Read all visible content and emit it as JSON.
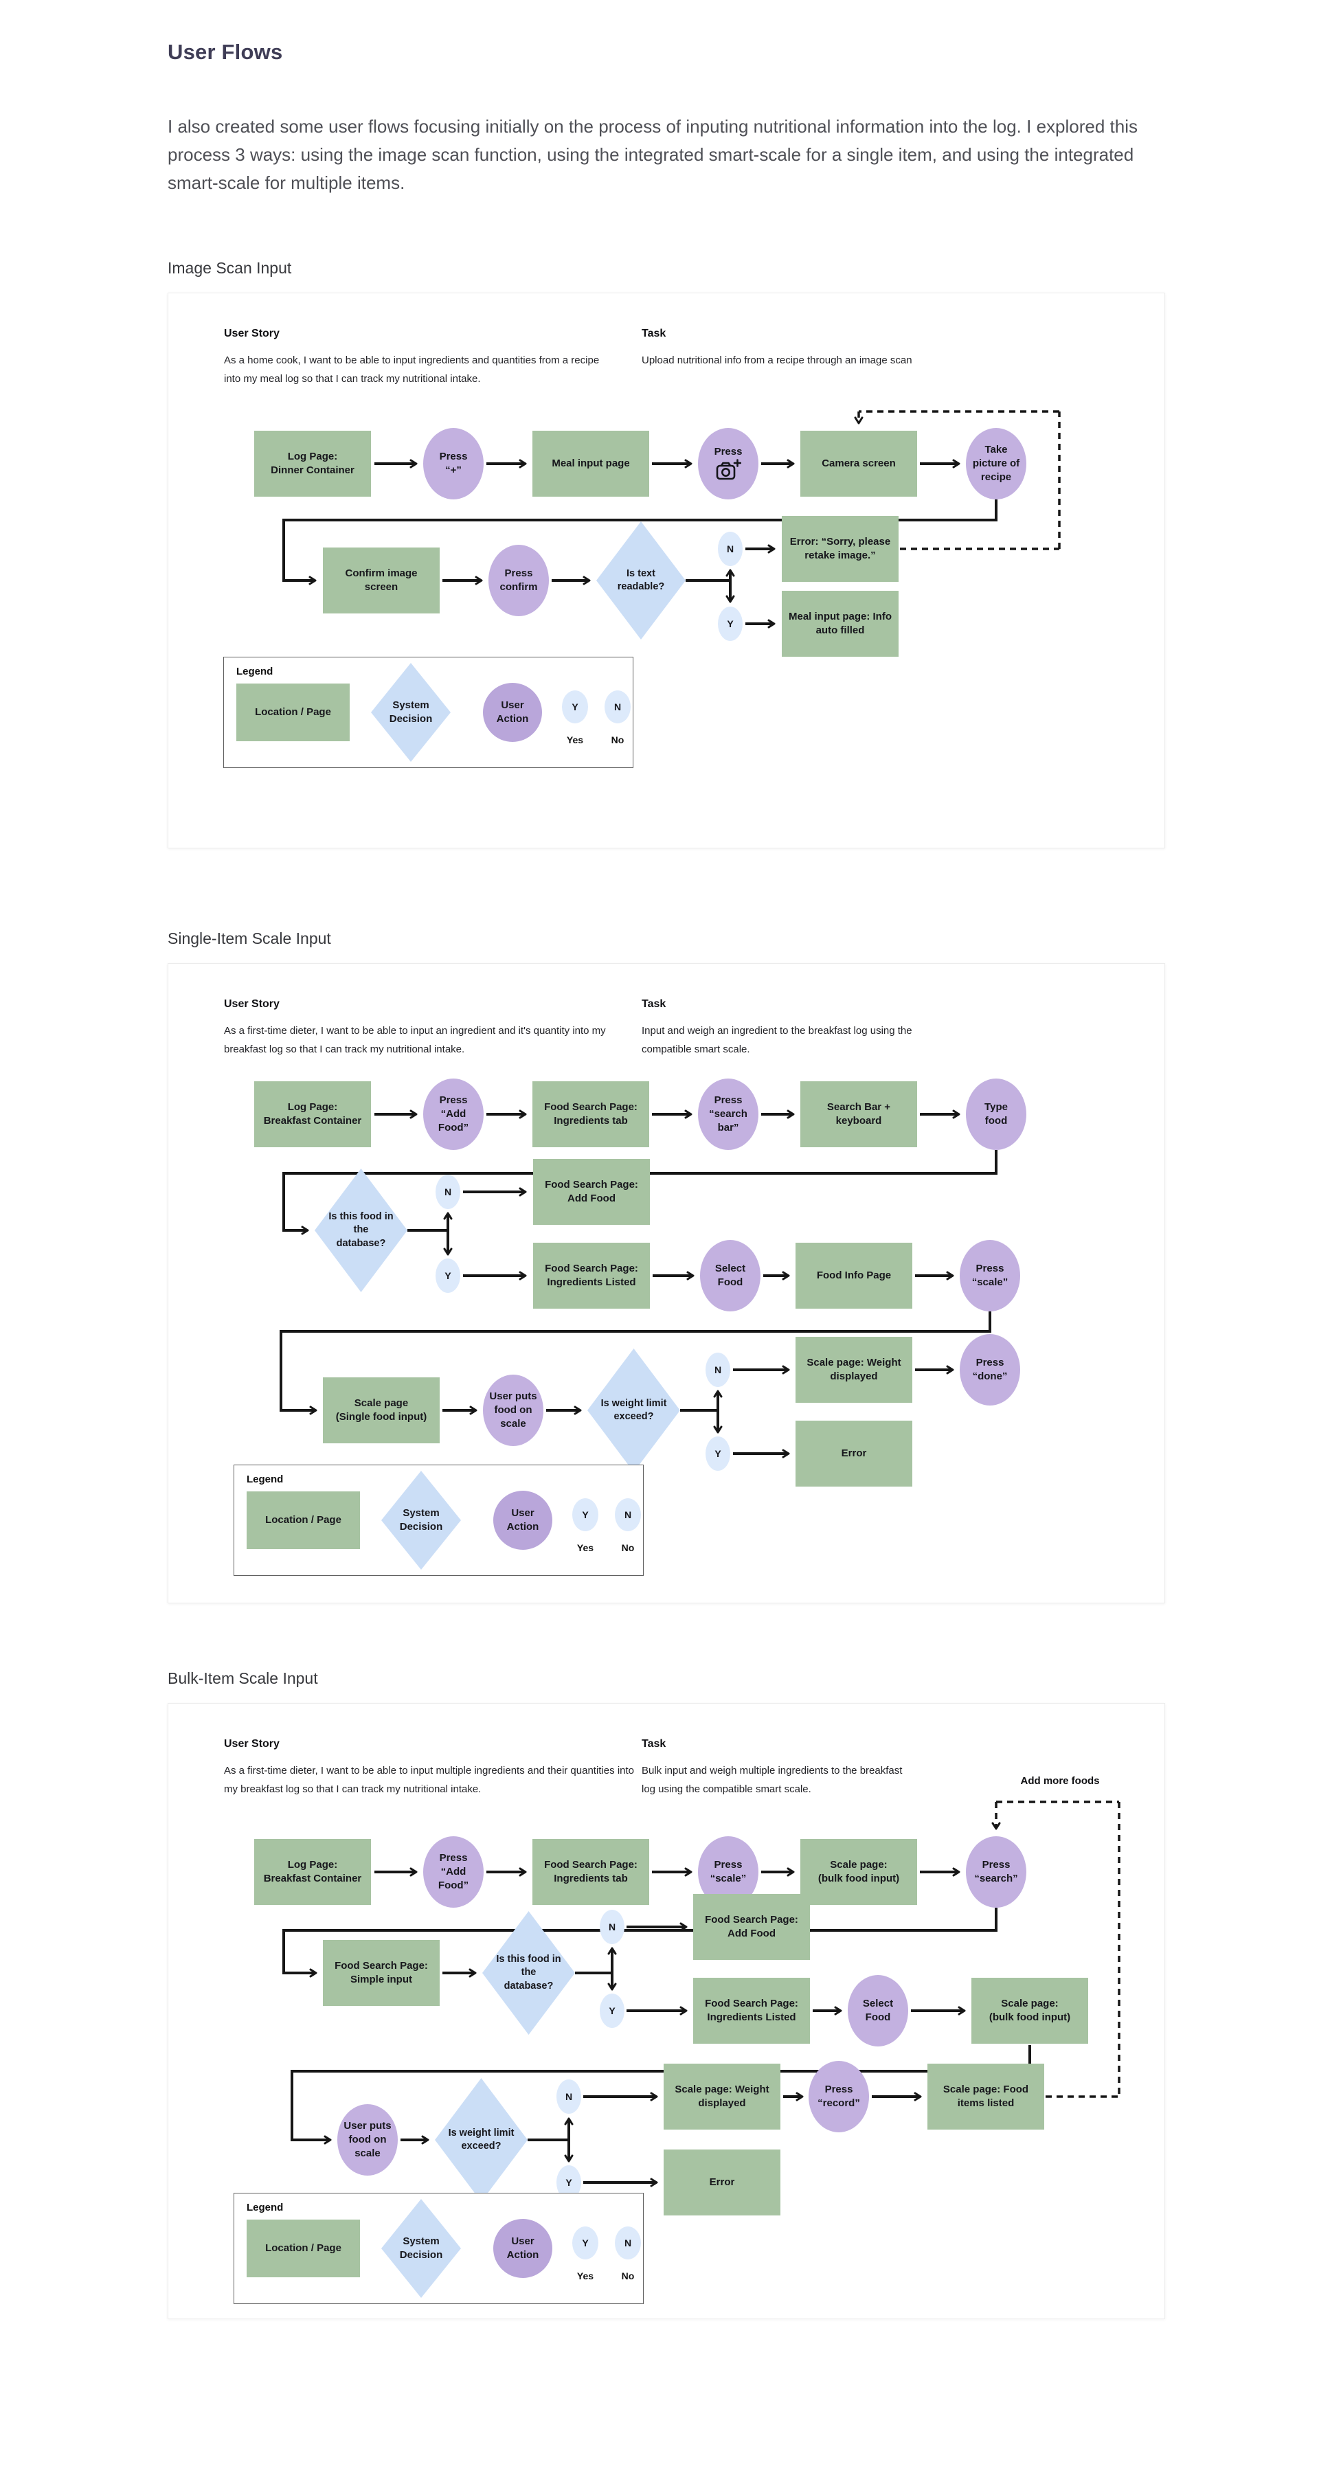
{
  "page": {
    "title": "User Flows",
    "intro": "I also created some user flows focusing initially on the process of inputing nutritional information into the log. I explored this process 3 ways: using the image scan function, using the integrated smart-scale for a single item, and using the integrated smart-scale for multiple items."
  },
  "colors": {
    "location_page": "#a7c3a2",
    "user_action": "#c3b1e0",
    "system_decision": "#cbdef6",
    "yes_no_chip": "#ddeafb",
    "title_text": "#3f3d56",
    "line": "#161616"
  },
  "legend": {
    "title": "Legend",
    "location": "Location / Page",
    "decision": "System\nDecision",
    "action": "User\nAction",
    "y": "Y",
    "n": "N",
    "yes": "Yes",
    "no": "No"
  },
  "flows": [
    {
      "heading": "Image Scan Input",
      "user_story_label": "User Story",
      "user_story": "As a home cook, I want to be able to input ingredients and quantities from a recipe into my meal log so that I can track my nutritional intake.",
      "task_label": "Task",
      "task": "Upload nutritional info from a recipe through an image scan",
      "nodes": {
        "log_page": "Log Page:\nDinner Container",
        "press_plus": "Press\n“+”",
        "meal_input": "Meal input page",
        "press_camera": "Press",
        "camera_screen": "Camera screen",
        "take_picture": "Take\npicture of\nrecipe",
        "confirm_screen": "Confirm image\nscreen",
        "press_confirm": "Press\nconfirm",
        "is_text_readable": "Is text\nreadable?",
        "n": "N",
        "y": "Y",
        "error_retake": "Error: “Sorry, please\nretake image.”",
        "info_auto_filled": "Meal input page: Info\nauto filled"
      }
    },
    {
      "heading": "Single-Item Scale Input",
      "user_story_label": "User Story",
      "user_story": "As a first-time dieter, I want to be able to input an ingredient and it's quantity into my breakfast log so that I can track my nutritional intake.",
      "task_label": "Task",
      "task": "Input and weigh an ingredient to the breakfast log using the compatible smart scale.",
      "nodes": {
        "log_page": "Log Page:\nBreakfast Container",
        "press_add_food": "Press\n“Add\nFood”",
        "ingredients_tab": "Food Search Page:\nIngredients tab",
        "press_search_bar": "Press\n“search\nbar”",
        "search_bar_keyboard": "Search Bar +\nkeyboard",
        "type_food": "Type\nfood",
        "in_database": "Is this food in\nthe\ndatabase?",
        "n": "N",
        "y": "Y",
        "add_food_page": "Food Search Page:\nAdd Food",
        "ingredients_listed": "Food Search Page:\nIngredients Listed",
        "select_food": "Select\nFood",
        "food_info_page": "Food Info Page",
        "press_scale": "Press\n“scale”",
        "scale_page_single": "Scale page\n(Single food input)",
        "user_puts_food": "User puts\nfood on\nscale",
        "weight_exceed": "Is weight limit\nexceed?",
        "weight_displayed": "Scale page: Weight\ndisplayed",
        "press_done": "Press\n“done”",
        "error": "Error"
      }
    },
    {
      "heading": "Bulk-Item Scale Input",
      "user_story_label": "User Story",
      "user_story": "As a first-time dieter, I want to be able to input multiple ingredients and their quantities into my breakfast log so that I can track my nutritional intake.",
      "task_label": "Task",
      "task": "Bulk input and weigh multiple ingredients to the breakfast log using the compatible smart scale.",
      "loop_label": "Add more foods",
      "nodes": {
        "log_page": "Log Page:\nBreakfast Container",
        "press_add_food": "Press\n“Add\nFood”",
        "ingredients_tab": "Food Search Page:\nIngredients tab",
        "press_scale": "Press\n“scale”",
        "scale_bulk": "Scale page:\n(bulk food input)",
        "press_search": "Press\n“search”",
        "simple_input": "Food Search Page:\nSimple input",
        "in_database": "Is this food in\nthe\ndatabase?",
        "n": "N",
        "y": "Y",
        "add_food_page": "Food Search Page:\nAdd Food",
        "ingredients_listed": "Food Search Page:\nIngredients Listed",
        "select_food": "Select\nFood",
        "scale_bulk2": "Scale page:\n(bulk food input)",
        "user_puts_food": "User puts\nfood on\nscale",
        "weight_exceed": "Is weight limit\nexceed?",
        "weight_displayed": "Scale page: Weight\ndisplayed",
        "press_record": "Press\n“record”",
        "items_listed": "Scale page: Food\nitems listed",
        "error": "Error"
      }
    }
  ]
}
